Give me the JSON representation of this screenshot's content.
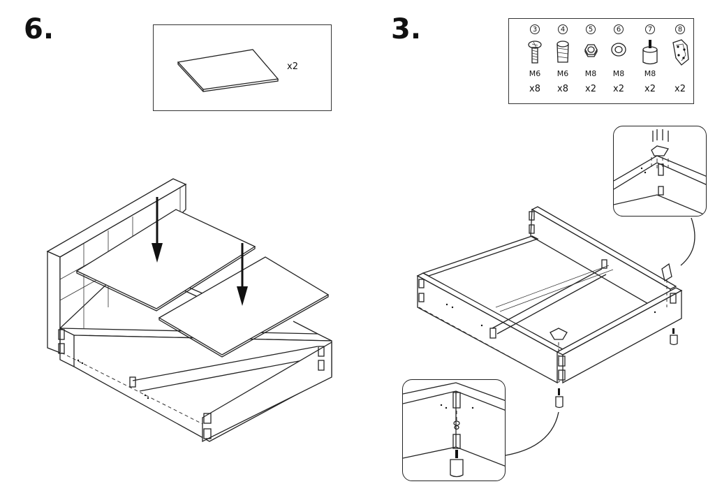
{
  "step_left": {
    "number": "6.",
    "qty": "x2"
  },
  "step_right": {
    "number": "3.",
    "hardware": [
      {
        "id": "3",
        "size": "M6",
        "qty": "x8",
        "icon": "screw-icon"
      },
      {
        "id": "4",
        "size": "M6",
        "qty": "x8",
        "icon": "insert-nut-icon"
      },
      {
        "id": "5",
        "size": "M8",
        "qty": "x2",
        "icon": "hex-nut-icon"
      },
      {
        "id": "6",
        "size": "M8",
        "qty": "x2",
        "icon": "washer-icon"
      },
      {
        "id": "7",
        "size": "M8",
        "qty": "x2",
        "icon": "foot-icon"
      },
      {
        "id": "8",
        "size": "",
        "qty": "x2",
        "icon": "bracket-icon"
      }
    ]
  }
}
